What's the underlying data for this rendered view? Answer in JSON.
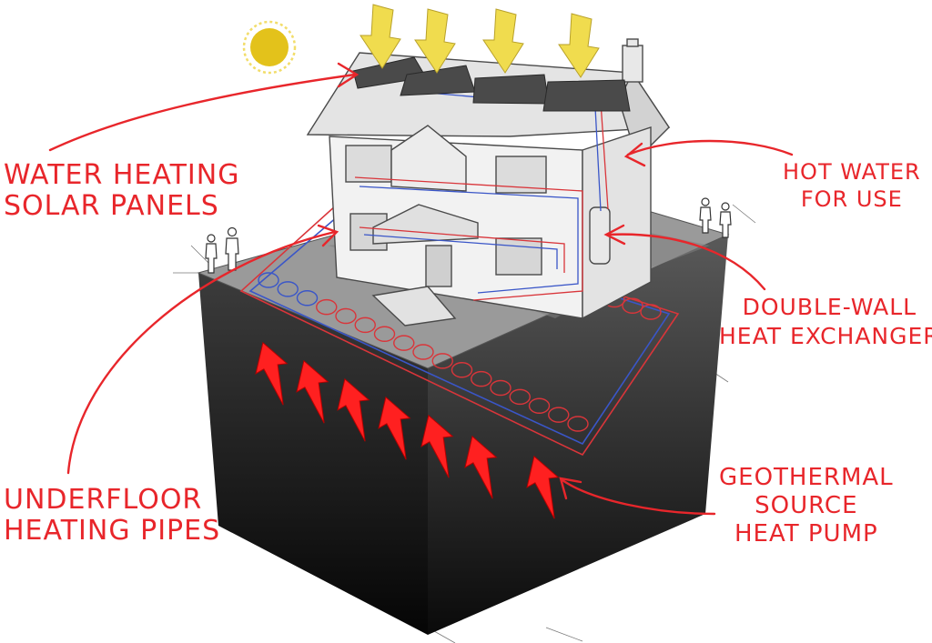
{
  "colors": {
    "annotation": "#e8262b",
    "sun": "#e3c21b",
    "sun_ray": "#f2dd6a",
    "solar_arrow": "#f0dc4e",
    "soil_top": "#3a3a3a",
    "soil_bottom": "#050505",
    "ground": "#9a9a9a",
    "pipe_red": "#d9353a",
    "pipe_blue": "#3a56c8",
    "house_fill": "#f2f2f2",
    "house_line": "#4a4a4a",
    "panel": "#4a4a4a"
  },
  "labels": {
    "solar_panels": [
      "WATER HEATING",
      "SOLAR PANELS"
    ],
    "hot_water": [
      "HOT WATER",
      "FOR USE"
    ],
    "heat_exchanger": [
      "DOUBLE-WALL",
      "HEAT EXCHANGER"
    ],
    "underfloor": [
      "UNDERFLOOR",
      "HEATING PIPES"
    ],
    "geothermal": [
      "GEOTHERMAL",
      "SOURCE",
      "HEAT PUMP"
    ]
  },
  "icons": [
    "sun-icon",
    "solar-radiation-arrow-icon",
    "geothermal-heat-arrow-icon",
    "person-icon"
  ]
}
